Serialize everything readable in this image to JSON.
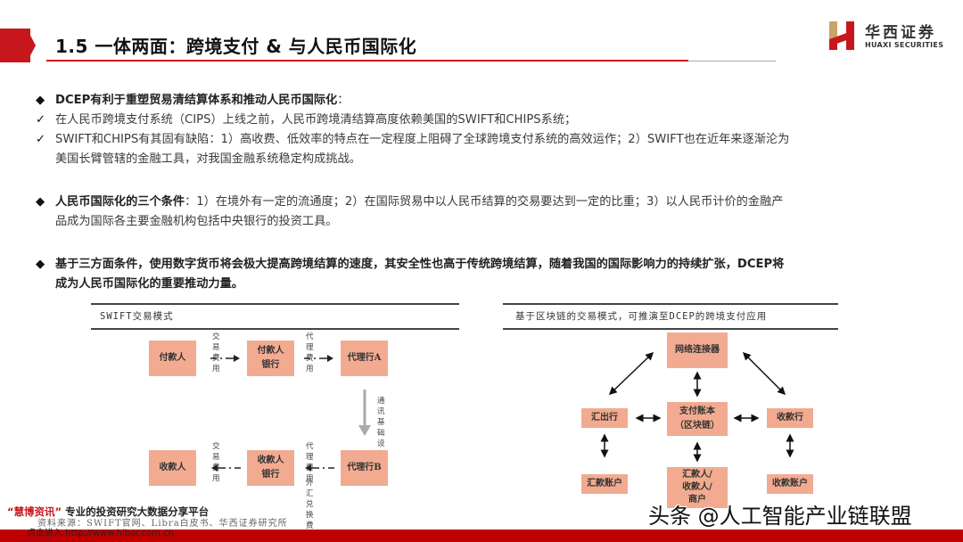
{
  "header": {
    "title": "1.5 一体两面：跨境支付 & 与人民币国际化",
    "accent_color": "#c8161d"
  },
  "logo": {
    "name_cn": "华西证券",
    "name_en": "HUAXI SECURITIES"
  },
  "content": {
    "section1": {
      "heading": "DCEP有利于重塑贸易清结算体系和推动人民币国际化",
      "heading_suffix": "：",
      "items": [
        "在人民币跨境支付系统（CIPS）上线之前，人民币跨境清结算高度依赖美国的SWIFT和CHIPS系统；",
        "SWIFT和CHIPS有其固有缺陷：1）高收费、低效率的特点在一定程度上阻碍了全球跨境支付系统的高效运作；2）SWIFT也在近年来逐渐沦为",
        "美国长臂管辖的金融工具，对我国金融系统稳定构成挑战。"
      ]
    },
    "section2": {
      "heading": "人民币国际化的三个条件",
      "line1": "：1）在境外有一定的流通度；2）在国际贸易中以人民币结算的交易要达到一定的比重；3）以人民币计价的金融产",
      "line2": "品成为国际各主要金融机构包括中央银行的投资工具。"
    },
    "section3": {
      "line1": "基于三方面条件，使用数字货币将会极大提高跨境结算的速度，其安全性也高于传统跨境结算，随着我国的国际影响力的持续扩张，DCEP将",
      "line2": "成为人民币国际化的重要推动力量。"
    }
  },
  "diagram_left": {
    "title": "SWIFT交易模式",
    "boxes": {
      "payer": "付款人",
      "payer_bank": "付款人\n银行",
      "agent_a": "代理行A",
      "payee": "收款人",
      "payee_bank": "收款人\n银行",
      "agent_b": "代理行B"
    },
    "labels": {
      "fee_top1": "交易\n费用",
      "fee_top2": "代理\n费用",
      "infra": "通讯\n基础\n设施",
      "fee_bot1": "交易\n费用",
      "fee_bot2": "代理\n费用",
      "fx_fee": "外汇\n兑换\n费用"
    }
  },
  "diagram_right": {
    "title": "基于区块链的交易模式，可推演至DCEP的跨境支付应用",
    "boxes": {
      "connector": "网络连接器",
      "remit_bank": "汇出行",
      "ledger": "支付账本\n（区块链）",
      "receive_bank": "收款行",
      "remit_account": "汇款账户",
      "parties": "汇款人/\n收款人/\n商户",
      "receive_account": "收款账户"
    }
  },
  "footer": {
    "watermark_quote_open": "“",
    "watermark_brand": "慧博资讯",
    "watermark_quote_close": "”",
    "watermark_text": " 专业的投资研究大数据分享平台",
    "source": "资料来源：SWIFT官网、Libra白皮书、华西证券研究所",
    "click_link": "点击进入 http://www.hibor.com.cn",
    "toutiao": "头条 @人工智能产业链联盟"
  }
}
